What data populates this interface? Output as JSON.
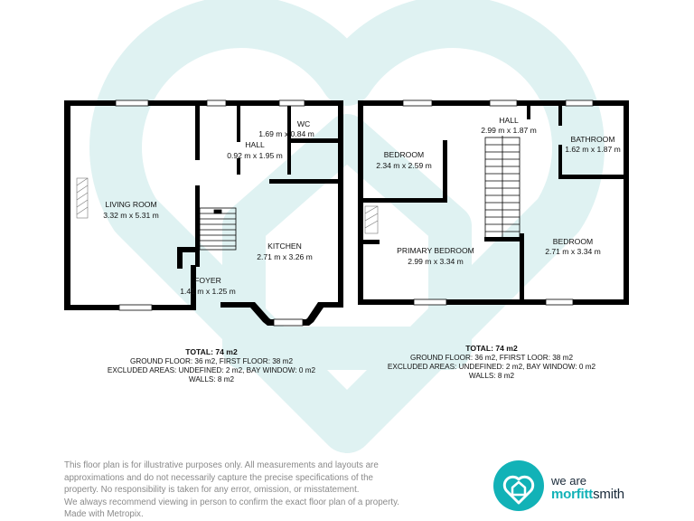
{
  "ground_floor": {
    "rooms": [
      {
        "name": "LIVING ROOM",
        "dims": "3.32 m x 5.31 m"
      },
      {
        "name": "HALL",
        "dims": "0.92 m x 1.95 m"
      },
      {
        "name": "WC",
        "dims": "1.69 m x 0.84 m"
      },
      {
        "name": "KITCHEN",
        "dims": "2.71 m x 3.26 m"
      },
      {
        "name": "FOYER",
        "dims": "1.41 m x 1.25 m"
      }
    ],
    "summary": [
      "TOTAL: 74 m2",
      "GROUND FLOOR: 36 m2, FIRST FLOOR: 38 m2",
      "EXCLUDED AREAS: UNDEFINED: 2 m2, BAY WINDOW: 0 m2",
      "WALLS: 8 m2"
    ]
  },
  "first_floor": {
    "rooms": [
      {
        "name": "HALL",
        "dims": "2.99 m x 1.87 m"
      },
      {
        "name": "BEDROOM",
        "dims": "2.34 m x 2.59 m"
      },
      {
        "name": "BATHROOM",
        "dims": "1.62 m x 1.87 m"
      },
      {
        "name": "PRIMARY BEDROOM",
        "dims": "2.99 m x 3.34 m"
      },
      {
        "name": "BEDROOM",
        "dims": "2.71 m x 3.34 m"
      }
    ],
    "summary": [
      "TOTAL: 74 m2",
      "GROUND FLOOR: 36 m2, FFIRST LOOR: 38 m2",
      "EXCLUDED AREAS: UNDEFINED: 2 m2, BAY WINDOW: 0 m2",
      "WALLS: 8 m2"
    ]
  },
  "disclaimer": [
    "This floor plan is for illustrative purposes only. All measurements and layouts are",
    "approximations and do not necessarily capture the precise specifications of the",
    "property. No responsibility is taken for any error, omission, or misstatement.",
    "We always recommend viewing in person to confirm the exact floor plan of a property.",
    "Made with Metropix."
  ],
  "logo": {
    "line1": "we are",
    "line2_a": "morfitt",
    "line2_b": "smith"
  },
  "colors": {
    "walls": "#000000",
    "watermark": "#dff2f2",
    "brand_teal": "#12b2b7",
    "brand_dark": "#1a2a3a",
    "disclaimer_text": "#8a8a8a"
  }
}
